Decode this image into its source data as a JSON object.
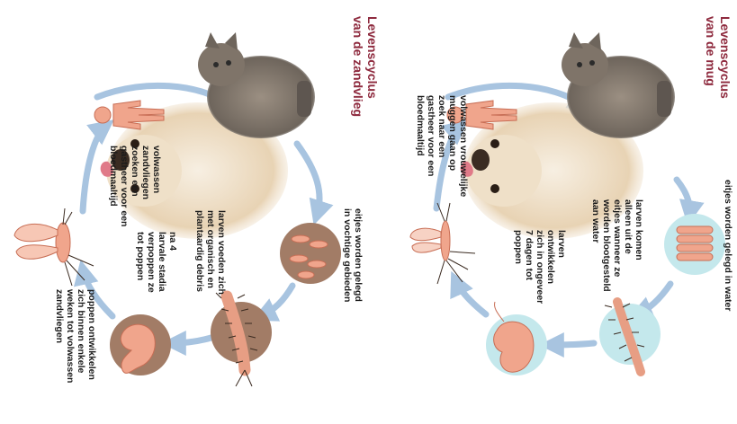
{
  "colors": {
    "title": "#8e2a3e",
    "arrow": "#a8c4e0",
    "skin": "#f0a58c",
    "skin_stroke": "#c86e55",
    "brown": "#a27c66",
    "water": "#c4e8ec",
    "text": "#1a1a1a"
  },
  "sandfly": {
    "title": [
      "Levenscyclus",
      "van de zandvlieg"
    ],
    "label_adult": [
      "volwassen",
      "zandvliegen",
      "zoeken een",
      "gastheer voor een",
      "bloedmaaltijd"
    ],
    "label_eggs": [
      "eitjes worden gelegd",
      "in vochtige gebieden"
    ],
    "label_larvae": [
      "larven voeden zich",
      "met organisch en",
      "plantaardig debris"
    ],
    "label_stages": [
      "na 4",
      "larvale stadia",
      "verpoppen ze",
      "tot poppen"
    ],
    "label_pupae": [
      "poppen ontwikkelen",
      "zich binnen enkele",
      "weken tot volwassen",
      "zandvliegen"
    ]
  },
  "mosquito": {
    "title": [
      "Levenscyclus",
      "van de mug"
    ],
    "label_adult": [
      "volwassen vrouwelijke",
      "muggen gaan op",
      "zoek naar een",
      "gastheer voor een",
      "bloedmaaltijd"
    ],
    "label_eggs": [
      "eitjes worden gelegd in water"
    ],
    "label_larvae": [
      "larven komen",
      "alleen uit de",
      "eitjes wanneer ze",
      "worden blootgesteld",
      "aan water"
    ],
    "label_pupae": [
      "larven",
      "ontwikkelen",
      "zich in ongeveer",
      "7 dagen tot",
      "poppen"
    ]
  }
}
